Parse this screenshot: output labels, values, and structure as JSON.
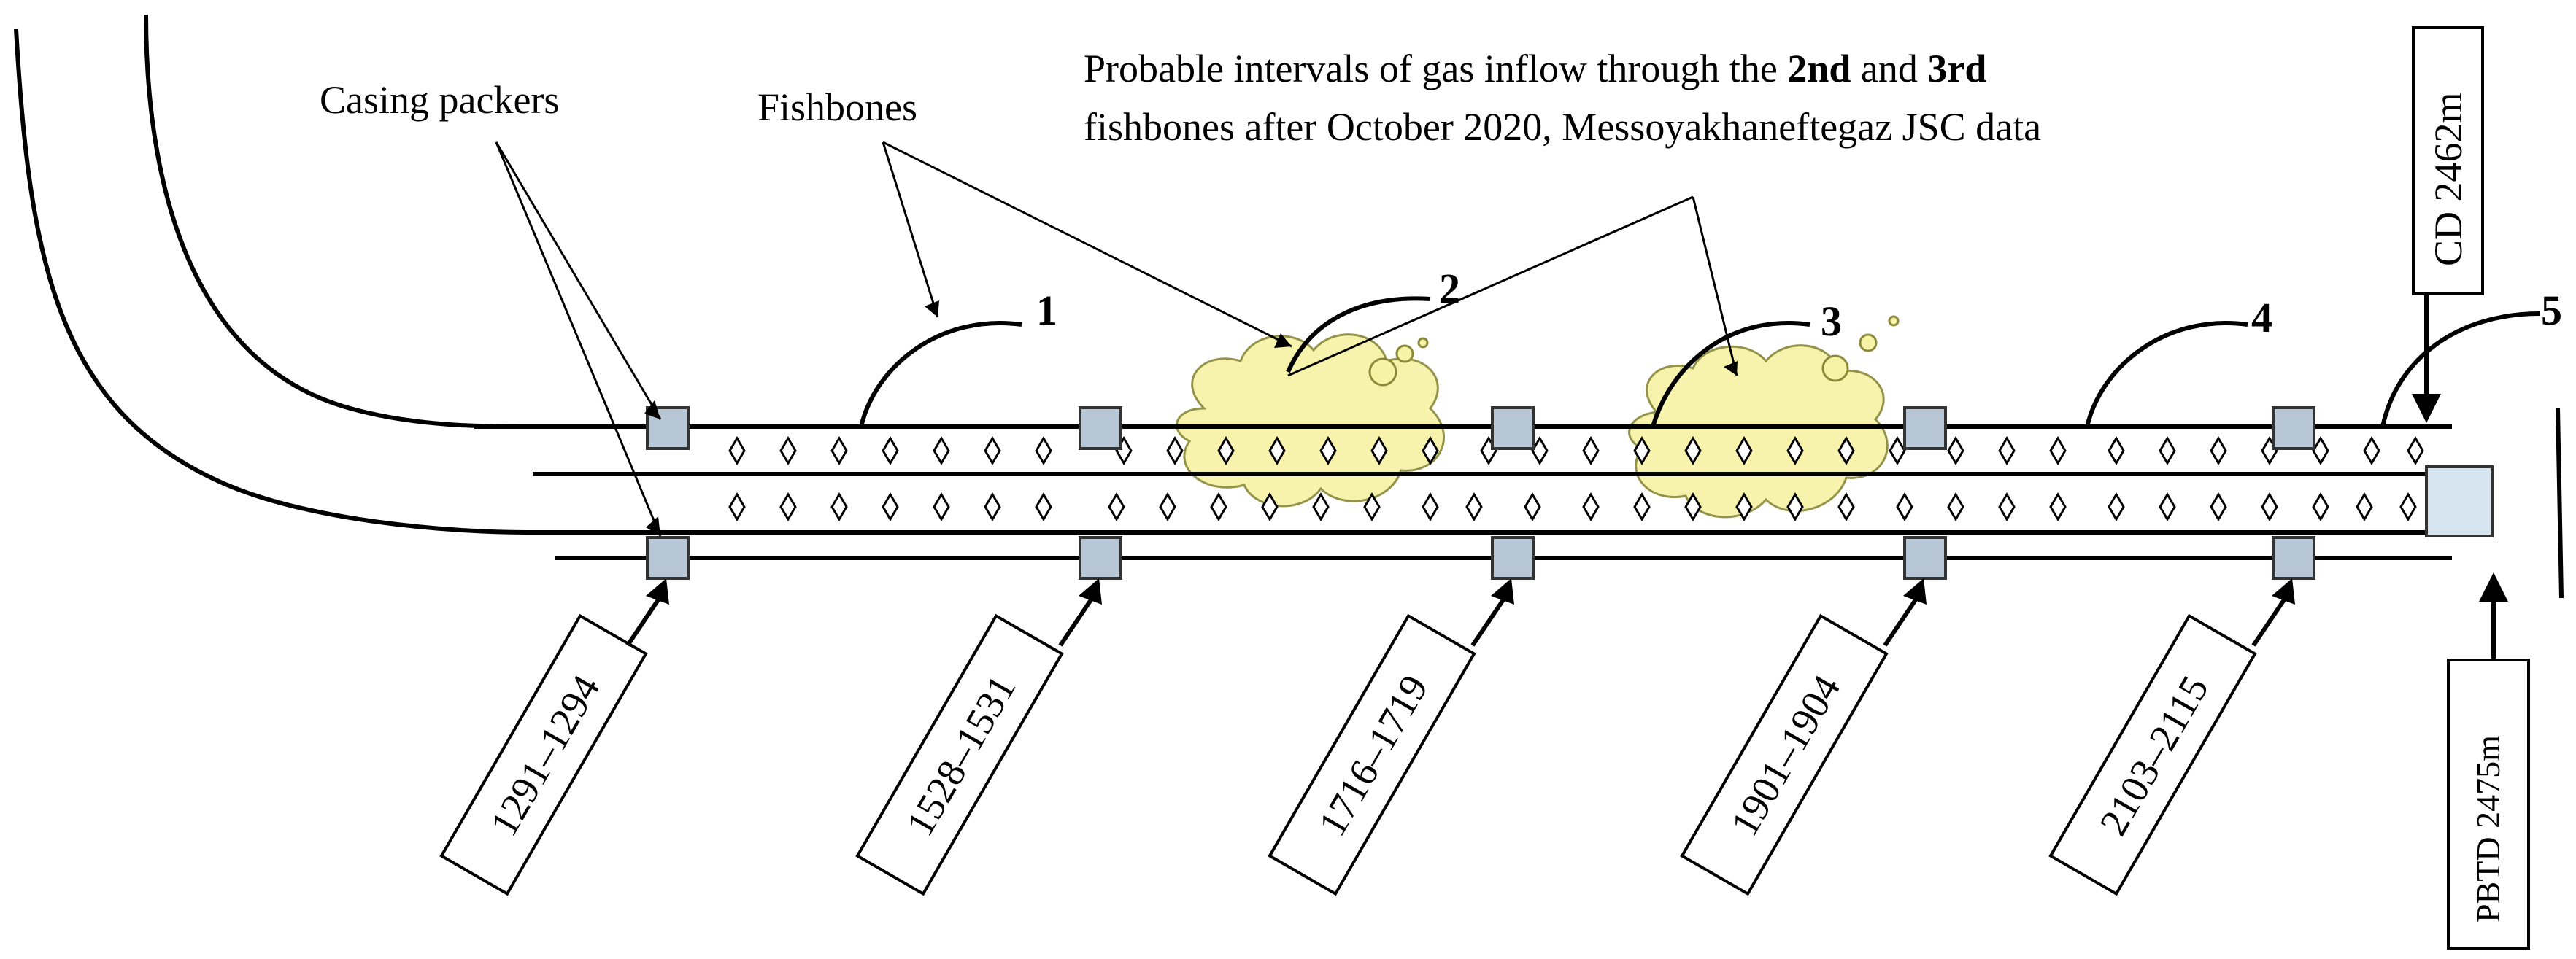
{
  "labels": {
    "casing_packers": "Casing packers",
    "fishbones": "Fishbones",
    "gas_note_part1": "Probable intervals of gas inflow through the ",
    "gas_note_bold1": "2nd",
    "gas_note_mid": " and ",
    "gas_note_bold2": "3rd",
    "gas_note_line2": "fishbones after October 2020, Messoyakhaneftegaz JSC data"
  },
  "fishbone_numbers": [
    "1",
    "2",
    "3",
    "4",
    "5"
  ],
  "packer_intervals": [
    "1291–1294",
    "1528–1531",
    "1716–1719",
    "1901–1904",
    "2103–2115"
  ],
  "cd_label": "CD 2462m",
  "pbtd_label": "PBTD 2475m",
  "colors": {
    "packer": "#b8c7d6",
    "packer_stroke": "#333333",
    "gas_cloud": "#f7f3a6",
    "gas_cloud_stroke": "#8a8a3a",
    "plug": "#d6e4f0"
  }
}
